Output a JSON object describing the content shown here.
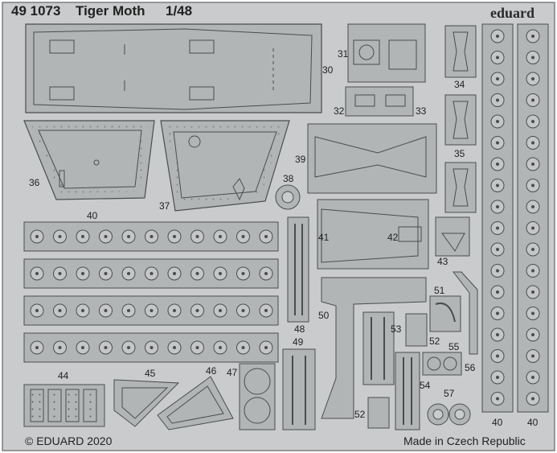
{
  "header": {
    "catalog_number": "49 1073",
    "model_name": "Tiger Moth",
    "scale": "1/48",
    "brand": "eduard"
  },
  "footer": {
    "copyright": "© EDUARD 2020",
    "origin": "Made in Czech Republic"
  },
  "part_numbers": {
    "p30": "30",
    "p31": "31",
    "p32": "32",
    "p33": "33",
    "p34": "34",
    "p35": "35",
    "p36": "36",
    "p37": "37",
    "p38": "38",
    "p39": "39",
    "p40_top": "40",
    "p40_right_a": "40",
    "p40_right_b": "40",
    "p41": "41",
    "p42": "42",
    "p43": "43",
    "p44": "44",
    "p45": "45",
    "p46": "46",
    "p47": "47",
    "p48": "48",
    "p49": "49",
    "p50": "50",
    "p51": "51",
    "p52_a": "52",
    "p52_b": "52",
    "p53": "53",
    "p54": "54",
    "p55": "55",
    "p56": "56",
    "p57": "57"
  },
  "colors": {
    "fret": "#c9cbcc",
    "part": "#b2b5b6",
    "line": "#4a4c4e",
    "text": "#222222"
  }
}
